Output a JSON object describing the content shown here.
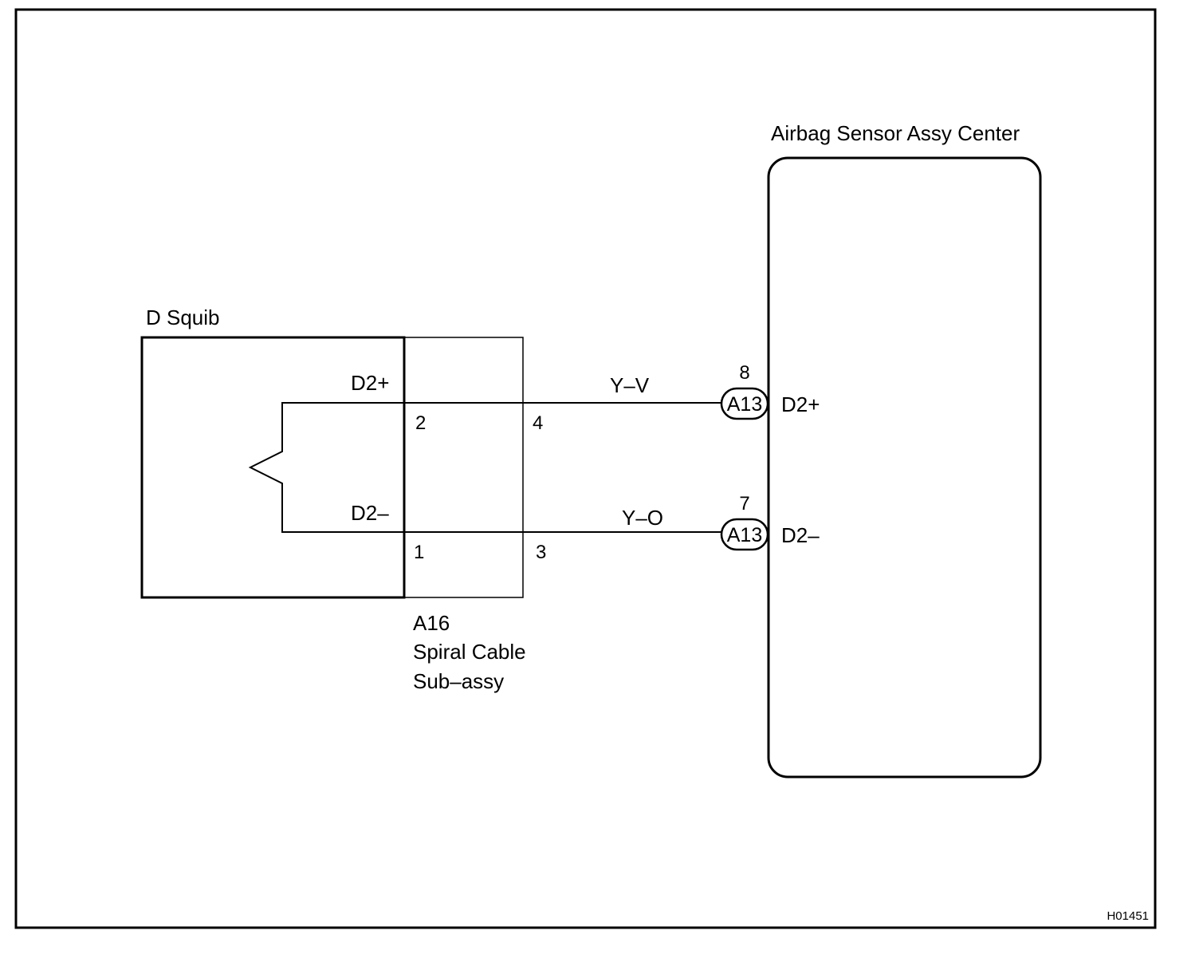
{
  "components": {
    "squib": {
      "title": "D Squib",
      "pos_label": "D2+",
      "neg_label": "D2–"
    },
    "spiral_cable": {
      "id": "A16",
      "name_line1": "Spiral Cable",
      "name_line2": "Sub–assy",
      "pins": {
        "left_top": "2",
        "left_bottom": "1",
        "right_top": "4",
        "right_bottom": "3"
      }
    },
    "sensor": {
      "title": "Airbag Sensor Assy Center",
      "pos_label": "D2+",
      "neg_label": "D2–"
    }
  },
  "wires": [
    {
      "color_code": "Y–V",
      "connector": "A13",
      "pin": "8"
    },
    {
      "color_code": "Y–O",
      "connector": "A13",
      "pin": "7"
    }
  ],
  "figure_code": "H01451"
}
